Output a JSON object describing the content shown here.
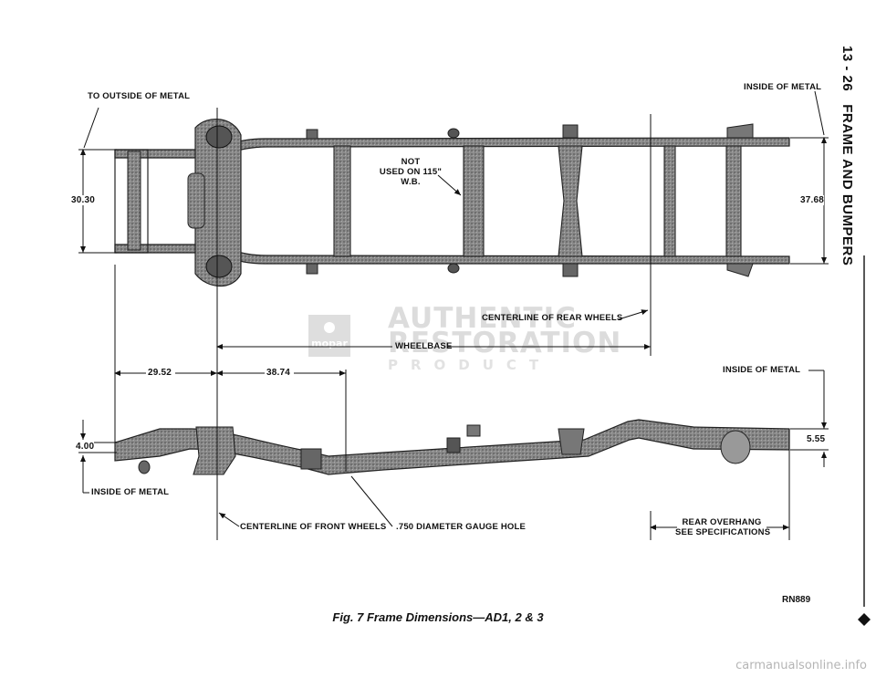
{
  "page_header": {
    "number": "13 - 26",
    "section": "FRAME AND BUMPERS"
  },
  "labels": {
    "to_outside_metal": "TO OUTSIDE OF METAL",
    "inside_metal_top": "INSIDE OF METAL",
    "dim_30_30": "30.30",
    "dim_37_68": "37.68",
    "not_used_line1": "NOT",
    "not_used_line2": "USED ON 115\"",
    "not_used_line3": "W.B.",
    "centerline_rear": "CENTERLINE OF REAR WHEELS",
    "wheelbase": "WHEELBASE",
    "dim_29_52": "29.52",
    "dim_38_74": "38.74",
    "inside_metal_side_right": "INSIDE OF METAL",
    "dim_4_00": "4.00",
    "dim_5_55": "5.55",
    "inside_metal_side_left": "INSIDE OF METAL",
    "centerline_front": "CENTERLINE OF FRONT WHEELS",
    "gauge_hole": ".750 DIAMETER GAUGE HOLE",
    "rear_overhang_1": "REAR OVERHANG",
    "rear_overhang_2": "SEE SPECIFICATIONS"
  },
  "figure_code": "RN889",
  "caption": "Fig. 7 Frame Dimensions—AD1, 2 & 3",
  "watermark": {
    "brand": "mopar",
    "line1": "AUTHENTIC",
    "line2": "RESTORATION",
    "line3": "PRODUCT",
    "site": "carmanualsonline.info"
  }
}
